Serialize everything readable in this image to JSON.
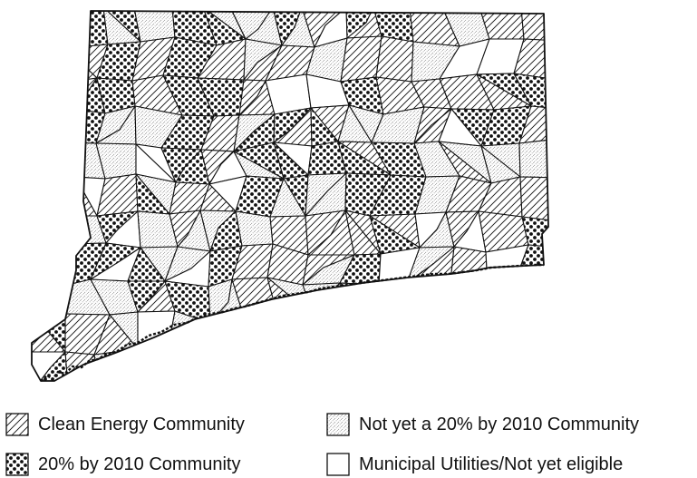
{
  "legend": {
    "clean_energy": {
      "label": "Clean Energy Community",
      "pattern": "diagonal-hatch"
    },
    "not_yet": {
      "label": "Not yet a 20% by 2010 Community",
      "pattern": "fine-stipple"
    },
    "twenty_pct": {
      "label": "20% by 2010 Community",
      "pattern": "heavy-dots"
    },
    "municipal": {
      "label": "Municipal Utilities/Not yet eligible",
      "pattern": "blank"
    }
  },
  "colors": {
    "ink": "#111111",
    "background": "#ffffff"
  }
}
